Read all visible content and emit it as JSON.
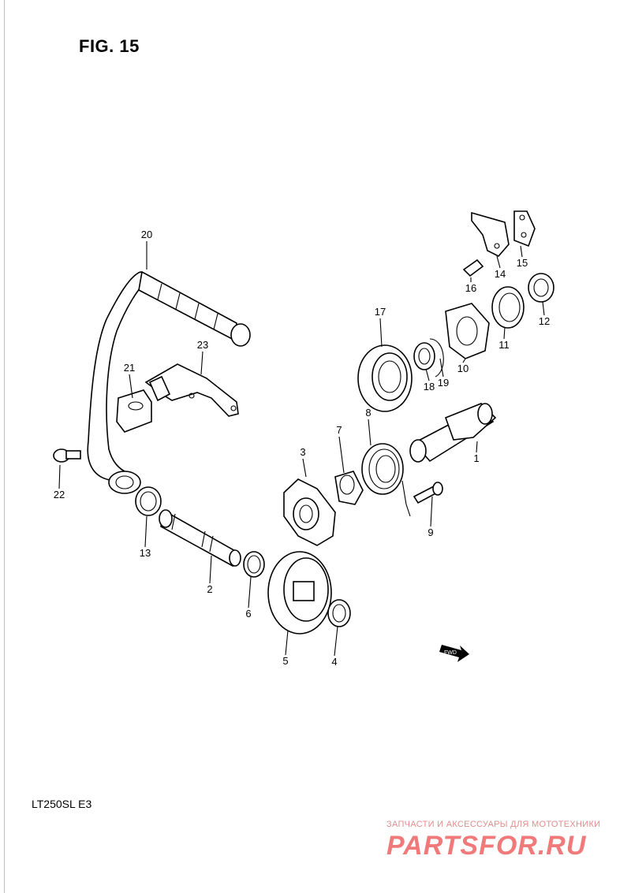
{
  "figure_title": "FIG. 15",
  "model_label": "LT250SL E3",
  "fwd_label": "FWD",
  "watermark": {
    "tagline": "ЗАПЧАСТИ И АКСЕССУАРЫ ДЛЯ МОТОТЕХНИКИ",
    "logo": "PARTSFOR.RU",
    "color": "#f07a7a"
  },
  "part_labels": [
    "1",
    "2",
    "3",
    "4",
    "5",
    "6",
    "7",
    "8",
    "9",
    "10",
    "11",
    "12",
    "13",
    "14",
    "15",
    "16",
    "17",
    "18",
    "19",
    "20",
    "21",
    "22",
    "23"
  ]
}
